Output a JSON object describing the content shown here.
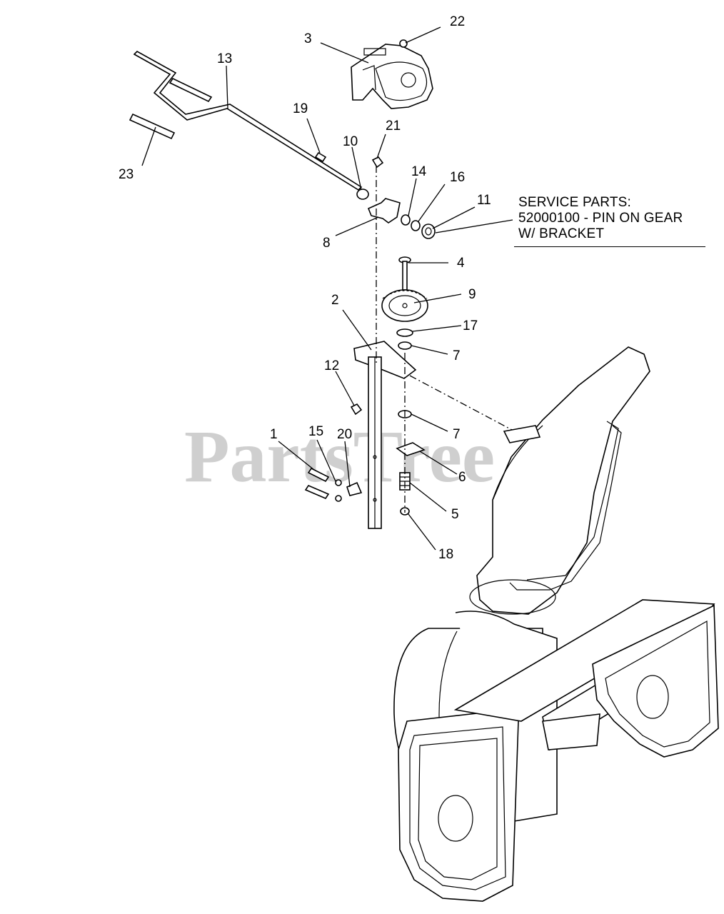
{
  "watermark": "PartsTree",
  "service_note": {
    "line1": "SERVICE PARTS:",
    "line2": "52000100 - PIN ON GEAR",
    "line3": "W/ BRACKET"
  },
  "callouts": [
    "1",
    "2",
    "3",
    "4",
    "5",
    "6",
    "7",
    "7",
    "8",
    "9",
    "10",
    "11",
    "12",
    "13",
    "14",
    "15",
    "16",
    "17",
    "18",
    "19",
    "20",
    "21",
    "22",
    "23"
  ]
}
